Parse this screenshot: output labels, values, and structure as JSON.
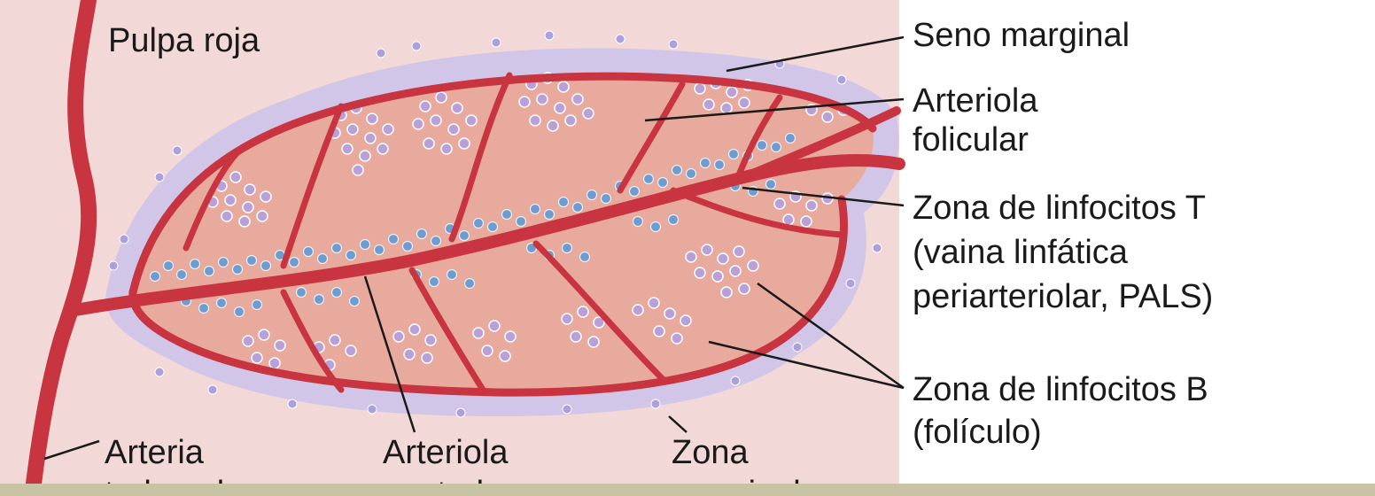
{
  "labels": {
    "pulpa_roja": "Pulpa roja",
    "seno_marginal": "Seno marginal",
    "arteriola_folicular": [
      "Arteriola",
      "folicular"
    ],
    "zona_t": [
      "Zona de linfocitos T",
      "(vaina linfática",
      "periarteriolar, PALS)"
    ],
    "zona_b": [
      "Zona de linfocitos B",
      "(folículo)"
    ],
    "arteria_trabecular": [
      "Arteria",
      "trabecular"
    ],
    "arteriola_central": [
      "Arteriola",
      "central"
    ],
    "zona_marginal": [
      "Zona",
      "marginal"
    ]
  },
  "colors": {
    "background_panel": "#f2d8d6",
    "vessel": "#c8343f",
    "follicle_fill": "#e8aa9c",
    "t_cells": "#6f9ccf",
    "b_cells": "#b9a0d8",
    "bottom_bar": "#c9c3a6"
  },
  "icons": [
    "spleen-lymphoid-follicle-illustration"
  ]
}
